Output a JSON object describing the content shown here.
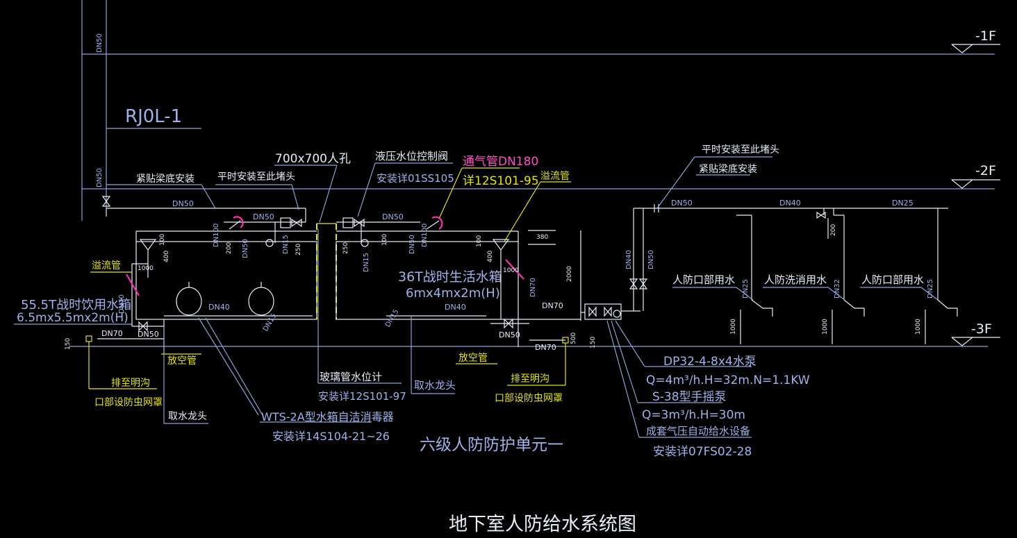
{
  "levels": {
    "b1": "-1F",
    "b2": "-2F",
    "b3": "-3F"
  },
  "riser": {
    "id": "RJ0L-1",
    "dn_upper": "DN50",
    "dn_lower": "DN50"
  },
  "notes": {
    "beam_install": "紧贴梁底安装",
    "plug_peace": "平时安装至此堵头",
    "manhole": "700x700人孔",
    "float_valve": "液压水位控制阀",
    "float_valve_ref": "安装详01SS105",
    "vent_pipe": "通气管DN180",
    "vent_ref": "详12S101-95",
    "overflow": "溢流管",
    "plug_peace_right": "平时安装至此堵头",
    "beam_install_right": "紧贴梁底安装",
    "glass_gauge": "玻璃管水位计",
    "glass_gauge_ref": "安装详12S101-97",
    "sterilizer": "WTS-2A型水箱自洁消毒器",
    "sterilizer_ref": "安装详14S104-21~26",
    "unit": "六级人防防护单元一",
    "faucet": "取水龙头",
    "vent_tube": "放空管",
    "drain": "排至明沟",
    "drain_screen": "口部设防虫网罩"
  },
  "tank1": {
    "name": "55.5T战时饮用水箱",
    "size": "6.5mx5.5mx2m(H)"
  },
  "tank2": {
    "name": "36T战时生活水箱",
    "size": "6mx4mx2m(H)"
  },
  "pump": {
    "line1": "DP32-4-8x4水泵",
    "line2": "Q=4m³/h.H=32m.N=1.1KW",
    "line3": "S-38型手摇泵",
    "line4": "Q=3m³/h.H=30m",
    "line5": "成套气压自动给水设备",
    "line6": "安装详07FS02-28"
  },
  "users": {
    "u1": "人防口部用水",
    "u2": "人防洗消用水",
    "u3": "人防口部用水"
  },
  "dims": {
    "d100a": "100",
    "d400a": "400",
    "d1000a": "1000",
    "d200a": "200",
    "d250a": "250",
    "d250b": "250",
    "d100b": "100",
    "d400b": "400",
    "d380": "380",
    "d1000b": "1000",
    "d2000": "2000",
    "d150a": "150",
    "d150b": "150",
    "d100c": "100",
    "d500": "500",
    "d1000c": "1000",
    "d1000d": "1000",
    "d1000e": "1000",
    "d200b": "200"
  },
  "pipes": {
    "dn50_main": "DN50",
    "dn50_a": "DN50",
    "dn50_b": "DN50",
    "dn50_c": "DN50",
    "dn100": "DN100",
    "dn100b": "DN100",
    "dn15_a": "DN15",
    "dn15_b": "DN15",
    "dn15_c": "DN15",
    "dn40_a": "DN40",
    "dn40_b": "DN40",
    "dn70_a": "DN70",
    "dn70_b": "DN70",
    "dn70_c": "DN70",
    "dn70_d": "DN70",
    "dn70_e": "DN70",
    "dn50_d": "DN50",
    "dn50_e": "DN50",
    "dn50_r": "DN50",
    "dn40_r": "DN40",
    "dn25_r": "DN25",
    "dn40_v": "DN40",
    "dn50_v": "DN50",
    "dn25_u1": "DN25",
    "dn32_u2": "DN32",
    "dn25_u3": "DN25"
  },
  "title": "地下室人防给水系统图"
}
